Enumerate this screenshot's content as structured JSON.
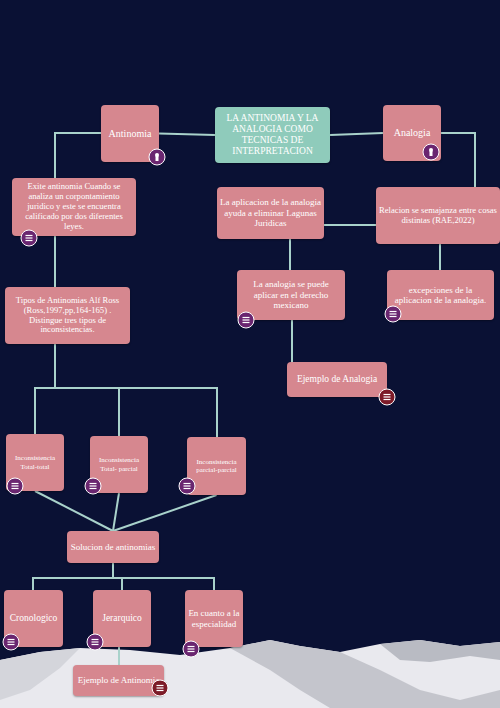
{
  "diagram": {
    "nodes": [
      {
        "text": [
          "LA ANTINOMIA Y LA ANALOGIA COMO TECNICAS DE INTERPRETACION"
        ]
      },
      {
        "text": [
          "Antinomia"
        ]
      },
      {
        "text": [
          "Analogia"
        ]
      },
      {
        "text": [
          "Exite antinomia Cuando se analiza un corpontamiento juridico y este se encuentra calificado por dos diferentes leyes."
        ]
      },
      {
        "text": [
          "La aplicacion de la analogia ayuda a eliminar Lagunas Juridicas"
        ]
      },
      {
        "text": [
          "Relacion se semajanza entre cosas distintas (RAE,2022)"
        ]
      },
      {
        "text": [
          "Tipos de Antinomias Alf Ross (Ross,1997,pp,164-165) . Distingue tres tipos de inconsistencias."
        ]
      },
      {
        "text": [
          "La analogia se puede aplicar en el derecho mexicano"
        ]
      },
      {
        "text": [
          "excepciones de la aplicacion de la analogia."
        ]
      },
      {
        "text": [
          "Ejemplo de Analogia"
        ]
      },
      {
        "text": [
          "Inconsistencia Total-total"
        ]
      },
      {
        "text": [
          "Inconsistencia Total- parcial"
        ]
      },
      {
        "text": [
          "Inconsistencia parcial-parcial"
        ]
      },
      {
        "text": [
          "Solucion de antinomias"
        ]
      },
      {
        "text": [
          "Cronologico"
        ]
      },
      {
        "text": [
          "Jerarquico"
        ]
      },
      {
        "text": [
          "En cuanto a la especialidad"
        ]
      },
      {
        "text": [
          "Ejemplo de Antinomia"
        ]
      }
    ],
    "edges": [
      {
        "from": 0,
        "to": 1,
        "arrow": "none"
      },
      {
        "from": 0,
        "to": 2,
        "arrow": "none"
      },
      {
        "from": 1,
        "to": 3,
        "arrow": "none"
      },
      {
        "from": 3,
        "to": 6,
        "arrow": "none"
      },
      {
        "from": 2,
        "to": 5,
        "arrow": "none"
      },
      {
        "from": 4,
        "to": 5,
        "arrow": "none"
      },
      {
        "from": 5,
        "to": 8,
        "arrow": "none"
      },
      {
        "from": 4,
        "to": 7,
        "arrow": "none"
      },
      {
        "from": 7,
        "to": 9,
        "arrow": "none"
      },
      {
        "from": 6,
        "to": 10,
        "arrow": "none"
      },
      {
        "from": 6,
        "to": 11,
        "arrow": "none"
      },
      {
        "from": 6,
        "to": 12,
        "arrow": "none"
      },
      {
        "from": 10,
        "to": 13,
        "arrow": "none"
      },
      {
        "from": 11,
        "to": 13,
        "arrow": "none"
      },
      {
        "from": 12,
        "to": 13,
        "arrow": "none"
      },
      {
        "from": 13,
        "to": 14,
        "arrow": "none"
      },
      {
        "from": 13,
        "to": 15,
        "arrow": "none"
      },
      {
        "from": 13,
        "to": 16,
        "arrow": "none"
      },
      {
        "from": 15,
        "to": 17,
        "arrow": "none"
      }
    ]
  }
}
